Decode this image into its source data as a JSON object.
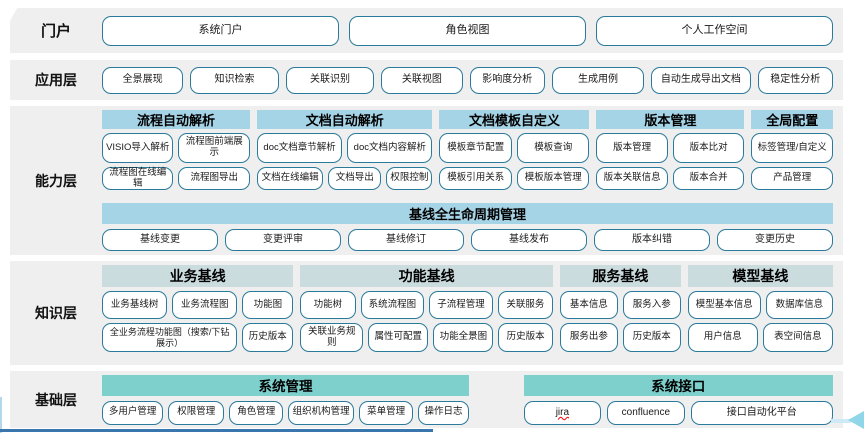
{
  "colors": {
    "band_bg": "#efefef",
    "header_blue": "#a6d4e7",
    "header_gray_teal": "#cbdcde",
    "header_teal": "#7ed0cd",
    "box_border": "#2a7a9b",
    "bottom_line": "#3a76ae",
    "arrow": "#8fd6e9"
  },
  "layers": {
    "portal": {
      "label": "门户",
      "buttons": [
        "系统门户",
        "角色视图",
        "个人工作空间"
      ]
    },
    "application": {
      "label": "应用层",
      "buttons": [
        "全景展现",
        "知识检索",
        "关联识别",
        "关联视图",
        "影响度分析",
        "生成用例",
        "自动生成导出文档",
        "稳定性分析"
      ]
    },
    "capability": {
      "label": "能力层",
      "groups": [
        {
          "title": "流程自动解析",
          "rows": [
            [
              "VISIO导入解析",
              "流程图前端展示"
            ],
            [
              "流程图在线编辑",
              "流程图导出"
            ]
          ]
        },
        {
          "title": "文档自动解析",
          "rows": [
            [
              "doc文档章节解析",
              "doc文档内容解析"
            ],
            [
              "文档在线编辑",
              "文档导出",
              "权限控制"
            ]
          ]
        },
        {
          "title": "文档模板自定义",
          "rows": [
            [
              "模板章节配置",
              "模板查询"
            ],
            [
              "模板引用关系",
              "模板版本管理"
            ]
          ]
        },
        {
          "title": "版本管理",
          "rows": [
            [
              "版本管理",
              "版本比对"
            ],
            [
              "版本关联信息",
              "版本合并"
            ]
          ]
        },
        {
          "title": "全局配置",
          "rows": [
            [
              "标签管理/自定义"
            ],
            [
              "产品管理"
            ]
          ]
        }
      ],
      "baseline": {
        "title": "基线全生命周期管理",
        "buttons": [
          "基线变更",
          "变更评审",
          "基线修订",
          "基线发布",
          "版本纠错",
          "变更历史"
        ]
      }
    },
    "knowledge": {
      "label": "知识层",
      "groups": [
        {
          "title": "业务基线",
          "rows": [
            [
              "业务基线树",
              "业务流程图",
              "功能图"
            ],
            [
              "全业务流程功能图（搜索/下钻展示）",
              "历史版本"
            ]
          ]
        },
        {
          "title": "功能基线",
          "rows": [
            [
              "功能树",
              "系统流程图",
              "子流程管理",
              "关联服务"
            ],
            [
              "关联业务规则",
              "属性可配置",
              "功能全景图",
              "历史版本"
            ]
          ]
        },
        {
          "title": "服务基线",
          "rows": [
            [
              "基本信息",
              "服务入参"
            ],
            [
              "服务出参",
              "历史版本"
            ]
          ]
        },
        {
          "title": "模型基线",
          "rows": [
            [
              "模型基本信息",
              "数据库信息"
            ],
            [
              "用户信息",
              "表空间信息"
            ]
          ]
        }
      ]
    },
    "base": {
      "label": "基础层",
      "groups": [
        {
          "title": "系统管理",
          "rows": [
            [
              "多用户管理",
              "权限管理",
              "角色管理",
              "组织机构管理",
              "菜单管理",
              "操作日志"
            ]
          ]
        },
        {
          "title": "系统接口",
          "rows": [
            [
              "jira",
              "confluence",
              "接口自动化平台"
            ]
          ]
        }
      ]
    }
  }
}
